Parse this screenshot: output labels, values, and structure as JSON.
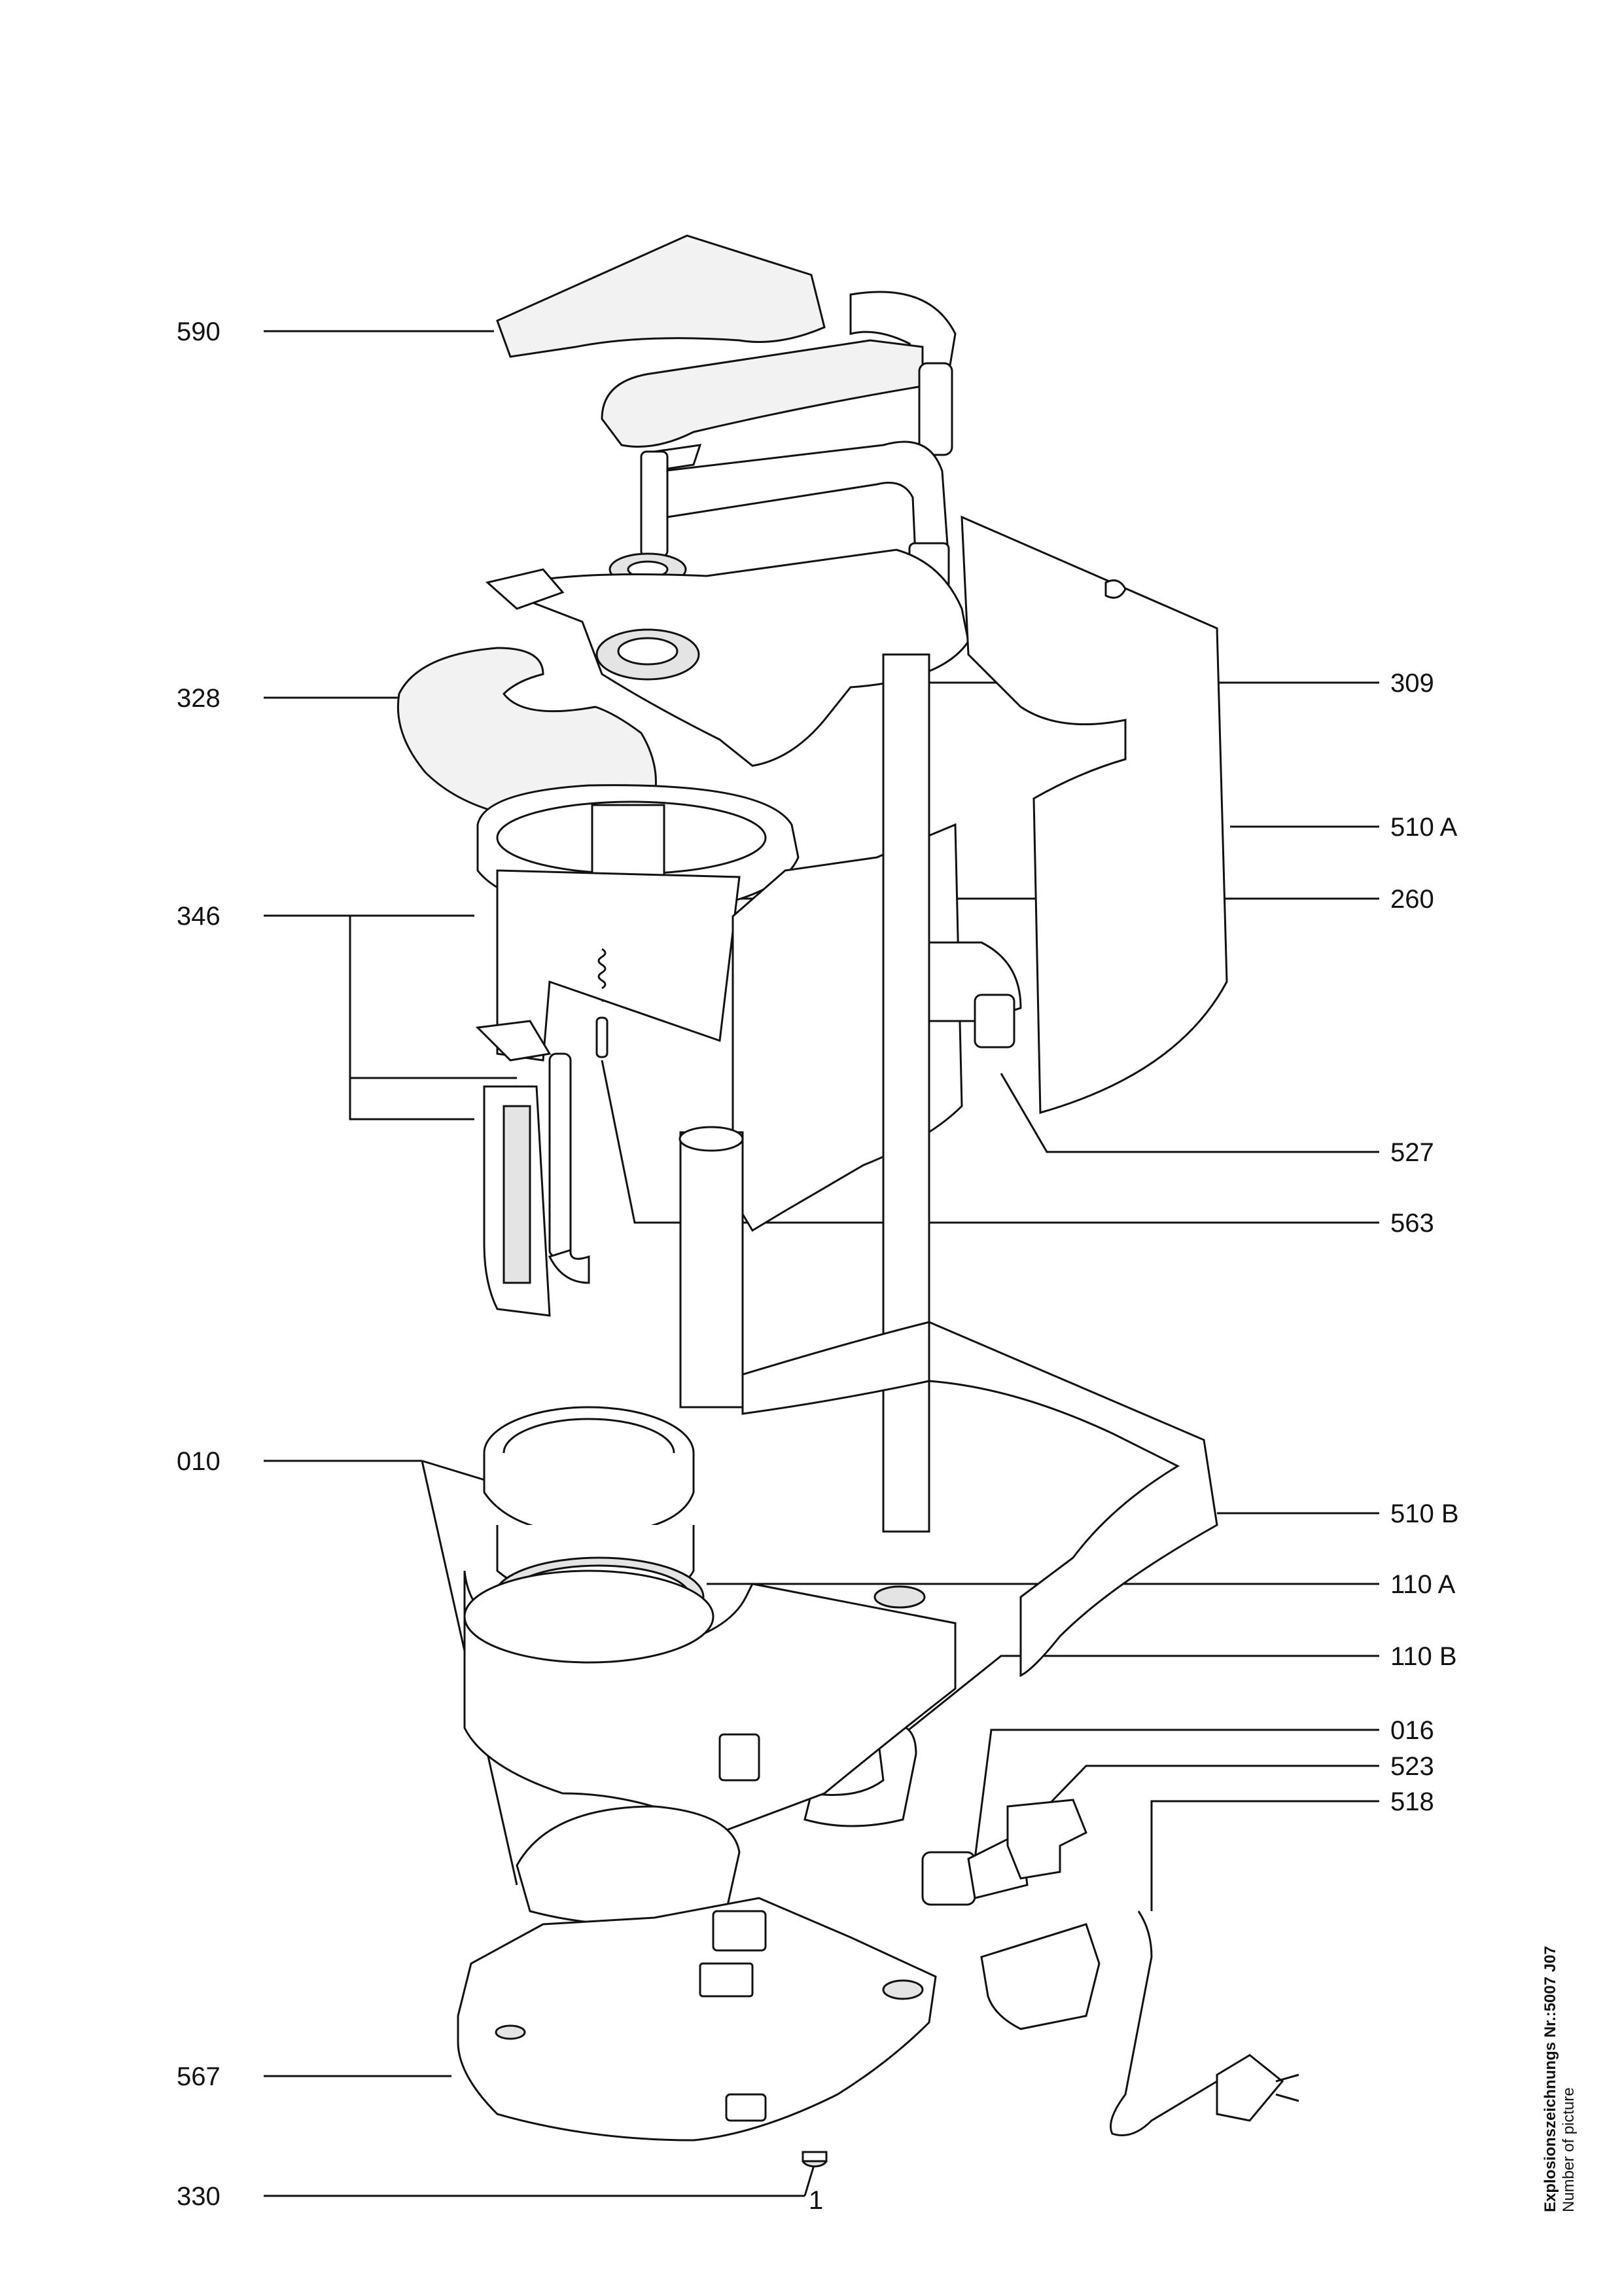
{
  "callouts": {
    "c590": "590",
    "c328": "328",
    "c346": "346",
    "c010": "010",
    "c567": "567",
    "c330": "330",
    "c309": "309",
    "c510a": "510 A",
    "c260": "260",
    "c527": "527",
    "c563": "563",
    "c510b": "510 B",
    "c110a": "110 A",
    "c110b": "110 B",
    "c016": "016",
    "c523": "523",
    "c518": "518"
  },
  "footer": {
    "page_number": "1",
    "drawing_id": "Explosionszeichnungs Nr.:5007 J07",
    "drawing_id_en": "Number of picture"
  }
}
